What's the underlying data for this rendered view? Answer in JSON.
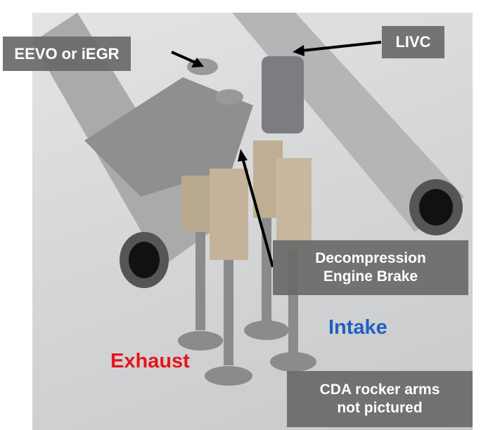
{
  "labels": {
    "eevo": "EEVO or iEGR",
    "livc": "LIVC",
    "decomp_1": "Decompression",
    "decomp_2": "Engine Brake",
    "intake": "Intake",
    "exhaust": "Exhaust",
    "cda_1": "CDA rocker arms",
    "cda_2": "not pictured"
  },
  "colors": {
    "intake": "#1f5fc4",
    "exhaust": "#e8151b",
    "label_bg": "#696969"
  }
}
